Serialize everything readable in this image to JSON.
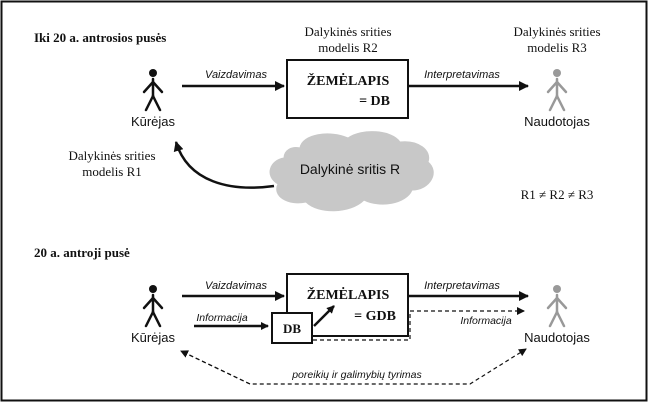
{
  "top": {
    "heading": "Iki 20 a. antrosios pusės",
    "model_r2": [
      "Dalykinės srities",
      "modelis R2"
    ],
    "model_r3": [
      "Dalykinės srities",
      "modelis R3"
    ],
    "map_box": [
      "ŽEMĖLAPIS",
      "= DB"
    ],
    "arrow_left": "Vaizdavimas",
    "arrow_right": "Interpretavimas",
    "creator": "Kūrėjas",
    "user": "Naudotojas",
    "model_r1": [
      "Dalykinės srities",
      "modelis R1"
    ],
    "cloud": "Dalykinė sritis R",
    "inequality": "R1 ≠ R2 ≠ R3"
  },
  "bottom": {
    "heading": "20 a. antroji pusė",
    "arrow_left": "Vaizdavimas",
    "arrow_right": "Interpretavimas",
    "map_box": [
      "ŽEMĖLAPIS",
      "= GDB"
    ],
    "db_box": "DB",
    "info_in": "Informacija",
    "info_out": "Informacija",
    "creator": "Kūrėjas",
    "user": "Naudotojas",
    "research": "poreikių ir galimybių tyrimas"
  },
  "colors": {
    "frame": "#000000",
    "user_figure": "#999999",
    "cloud": "#c8c8c8"
  }
}
